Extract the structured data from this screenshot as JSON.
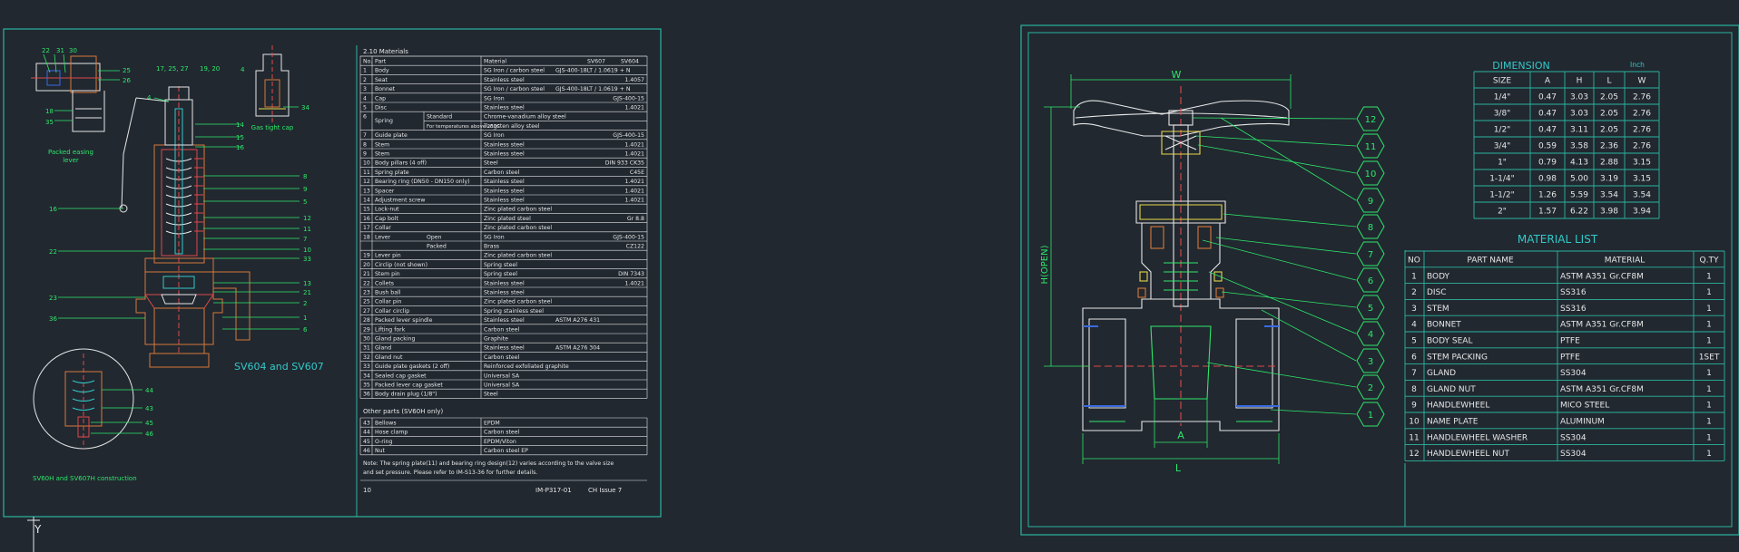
{
  "left_sheet": {
    "materials_heading": "2.10   Materials",
    "parts_table": {
      "headers": [
        "No.",
        "Part",
        "Material",
        "SV607",
        "SV604"
      ],
      "rows": [
        [
          "1",
          "Body",
          "SG Iron / carbon steel",
          "GJS-400-18LT / 1.0619 + N",
          ""
        ],
        [
          "2",
          "Seat",
          "Stainless steel",
          "",
          "1.4057"
        ],
        [
          "3",
          "Bonnet",
          "SG Iron / carbon steel",
          "GJS-400-18LT / 1.0619 + N",
          ""
        ],
        [
          "4",
          "Cap",
          "SG Iron",
          "",
          "GJS-400-15"
        ],
        [
          "5",
          "Disc",
          "Stainless steel",
          "",
          "1.4021"
        ],
        [
          "6",
          "Spring",
          "Chrome-vanadium alloy steel",
          "",
          ""
        ],
        [
          "7",
          "Guide plate",
          "SG Iron",
          "",
          "GJS-400-15"
        ],
        [
          "8",
          "Stem",
          "Stainless steel",
          "",
          "1.4021"
        ],
        [
          "9",
          "Stem",
          "Stainless steel",
          "",
          "1.4021"
        ],
        [
          "10",
          "Body pillars (4 off)",
          "Steel",
          "",
          "DIN 933 CK35"
        ],
        [
          "11",
          "Spring plate",
          "Carbon steel",
          "",
          "C45E"
        ],
        [
          "12",
          "Bearing ring (DN50 - DN150 only)",
          "Stainless steel",
          "",
          "1.4021"
        ],
        [
          "13",
          "Spacer",
          "Stainless steel",
          "",
          "1.4021"
        ],
        [
          "14",
          "Adjustment screw",
          "Stainless steel",
          "",
          "1.4021"
        ],
        [
          "15",
          "Lock-nut",
          "Zinc plated carbon steel",
          "",
          ""
        ],
        [
          "16",
          "Cap bolt",
          "Zinc plated steel",
          "",
          "Gr 8.8"
        ],
        [
          "17",
          "Collar",
          "Zinc plated carbon steel",
          "",
          ""
        ],
        [
          "18",
          "Lever",
          "SG Iron",
          "",
          "GJS-400-15"
        ],
        [
          "",
          "",
          "Brass",
          "",
          "CZ122"
        ],
        [
          "19",
          "Lever pin",
          "Zinc plated carbon steel",
          "",
          ""
        ],
        [
          "20",
          "Circlip (not shown)",
          "Spring steel",
          "",
          ""
        ],
        [
          "21",
          "Stem pin",
          "Spring steel",
          "",
          "DIN 7343"
        ],
        [
          "22",
          "Collets",
          "Stainless steel",
          "",
          "1.4021"
        ],
        [
          "23",
          "Bush ball",
          "Stainless steel",
          "",
          ""
        ],
        [
          "25",
          "Collar pin",
          "Zinc plated carbon steel",
          "",
          ""
        ],
        [
          "27",
          "Collar circlip",
          "Spring stainless steel",
          "",
          ""
        ],
        [
          "28",
          "Packed lever spindle",
          "Stainless steel",
          "ASTM A276 431",
          ""
        ],
        [
          "29",
          "Lifting fork",
          "Carbon steel",
          "",
          ""
        ],
        [
          "30",
          "Gland packing",
          "Graphite",
          "",
          ""
        ],
        [
          "31",
          "Gland",
          "Stainless steel",
          "ASTM A276 304",
          ""
        ],
        [
          "32",
          "Gland nut",
          "Carbon steel",
          "",
          ""
        ],
        [
          "33",
          "Guide plate gaskets (2 off)",
          "Reinforced exfoliated graphite",
          "",
          ""
        ],
        [
          "34",
          "Sealed cap gasket",
          "Universal SA",
          "",
          ""
        ],
        [
          "35",
          "Packed lever cap gasket",
          "Universal SA",
          "",
          ""
        ],
        [
          "36",
          "Body drain plug (1/8\")",
          "Steel",
          "",
          ""
        ]
      ],
      "spring_sub": [
        "Standard",
        "For temperatures above 250C"
      ],
      "spring_sub_materials": [
        "Chrome-vanadium alloy steel",
        "Tungsten alloy steel"
      ],
      "lever_sub": [
        "Open",
        "Packed"
      ]
    },
    "other_parts_heading": "Other parts (SV60H only)",
    "other_parts": [
      [
        "43",
        "Bellows",
        "EPDM"
      ],
      [
        "44",
        "Hose clamp",
        "Carbon steel"
      ],
      [
        "45",
        "O-ring",
        "EPDM/Viton"
      ],
      [
        "46",
        "Nut",
        "Carbon steel EP"
      ]
    ],
    "note": [
      "Note: The spring plate(11) and bearing ring design(12) varies according to the valve size",
      "and set pressure. Please refer to IM-S13-36 for further details."
    ],
    "footer": {
      "page": "10",
      "doc": "IM-P317-01",
      "issue": "CH Issue 7"
    },
    "captions": {
      "packed_easing_lever": [
        "Packed easing",
        "lever"
      ],
      "gas_tight_cap": "Gas tight cap",
      "model": "SV604 and SV607",
      "bellows": "SV60H and SV607H construction"
    },
    "callouts_top": [
      "22",
      "31",
      "30",
      "25",
      "26",
      "17, 25, 27",
      "19, 20",
      "4",
      "18",
      "35",
      "4",
      "34"
    ],
    "callouts_right": [
      "14",
      "15",
      "16",
      "8",
      "9",
      "5",
      "12",
      "11",
      "7",
      "10",
      "33",
      "13",
      "21",
      "2",
      "1",
      "6"
    ],
    "callouts_left": [
      "16",
      "22",
      "23",
      "36"
    ],
    "callouts_bellows": [
      "44",
      "43",
      "45",
      "46"
    ]
  },
  "right_sheet": {
    "labels": {
      "w": "W",
      "h": "H(OPEN)",
      "a": "A",
      "l": "L"
    },
    "balloons": [
      "12",
      "11",
      "10",
      "9",
      "8",
      "7",
      "6",
      "5",
      "4",
      "3",
      "2",
      "1"
    ],
    "dimension": {
      "title": "DIMENSION",
      "unit": "Inch",
      "headers": [
        "SIZE",
        "A",
        "H",
        "L",
        "W"
      ],
      "rows": [
        [
          "1/4\"",
          "0.47",
          "3.03",
          "2.05",
          "2.76"
        ],
        [
          "3/8\"",
          "0.47",
          "3.03",
          "2.05",
          "2.76"
        ],
        [
          "1/2\"",
          "0.47",
          "3.11",
          "2.05",
          "2.76"
        ],
        [
          "3/4\"",
          "0.59",
          "3.58",
          "2.36",
          "2.76"
        ],
        [
          "1\"",
          "0.79",
          "4.13",
          "2.88",
          "3.15"
        ],
        [
          "1-1/4\"",
          "0.98",
          "5.00",
          "3.19",
          "3.15"
        ],
        [
          "1-1/2\"",
          "1.26",
          "5.59",
          "3.54",
          "3.54"
        ],
        [
          "2\"",
          "1.57",
          "6.22",
          "3.98",
          "3.94"
        ]
      ]
    },
    "material_list": {
      "title": "MATERIAL LIST",
      "headers": [
        "NO",
        "PART NAME",
        "MATERIAL",
        "Q.TY"
      ],
      "rows": [
        [
          "1",
          "BODY",
          "ASTM A351 Gr.CF8M",
          "1"
        ],
        [
          "2",
          "DISC",
          "SS316",
          "1"
        ],
        [
          "3",
          "STEM",
          "SS316",
          "1"
        ],
        [
          "4",
          "BONNET",
          "ASTM A351 Gr.CF8M",
          "1"
        ],
        [
          "5",
          "BODY SEAL",
          "PTFE",
          "1"
        ],
        [
          "6",
          "STEM PACKING",
          "PTFE",
          "1SET"
        ],
        [
          "7",
          "GLAND",
          "SS304",
          "1"
        ],
        [
          "8",
          "GLAND NUT",
          "ASTM A351 Gr.CF8M",
          "1"
        ],
        [
          "9",
          "HANDLEWHEEL",
          "MICO STEEL",
          "1"
        ],
        [
          "10",
          "NAME PLATE",
          "ALUMINUM",
          "1"
        ],
        [
          "11",
          "HANDLEWHEEL WASHER",
          "SS304",
          "1"
        ],
        [
          "12",
          "HANDLEWHEEL NUT",
          "SS304",
          "1"
        ]
      ]
    }
  },
  "ucs": {
    "y": "Y"
  },
  "colors": {
    "background": "#212830",
    "frame": "#2bb5a0",
    "text": "#e6e6e6",
    "green": "#2ee86a",
    "red": "#e04848",
    "cyan": "#33c9c9",
    "orange": "#d8773a",
    "yellow": "#e6d84a",
    "blue": "#3a6ae0"
  }
}
